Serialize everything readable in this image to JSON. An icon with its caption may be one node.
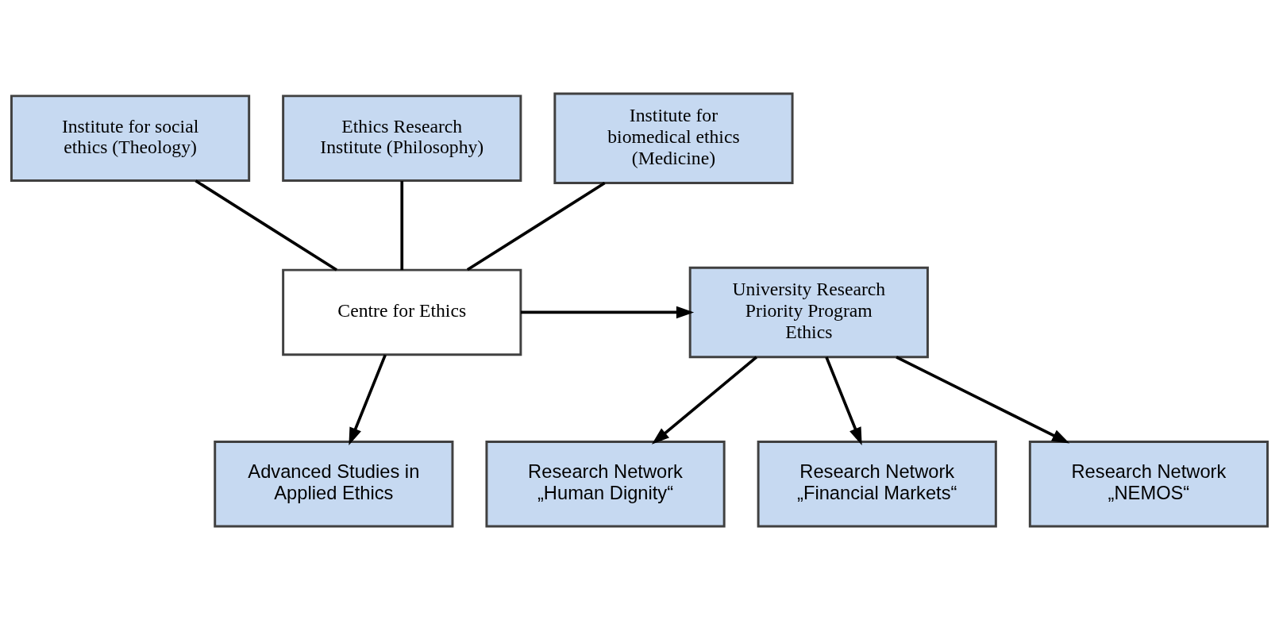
{
  "diagram": {
    "nodes": [
      {
        "text": [
          "Institute for social ethics (Theology)"
        ]
      },
      {
        "text": [
          "Ethics Research Institute (Philosophy)"
        ]
      },
      {
        "text": [
          "Institute for biomedical ethics (Medicine)"
        ]
      },
      {
        "text": [
          "Centre for Ethics"
        ]
      },
      {
        "text": [
          "University Research Priority Program Ethics"
        ]
      },
      {
        "text": [
          "Advanced Studies in Applied Ethics"
        ]
      },
      {
        "text": [
          "Research Network „Human Dignity“"
        ]
      },
      {
        "text": [
          "Research Network „Financial Markets“"
        ]
      },
      {
        "text": [
          "Research Network „NEMOS“"
        ]
      }
    ],
    "edges": [
      {
        "from": 0,
        "to": 3,
        "arrow": "none"
      },
      {
        "from": 1,
        "to": 3,
        "arrow": "none"
      },
      {
        "from": 2,
        "to": 3,
        "arrow": "none"
      },
      {
        "from": 3,
        "to": 4,
        "arrow": "to"
      },
      {
        "from": 3,
        "to": 5,
        "arrow": "to"
      },
      {
        "from": 4,
        "to": 6,
        "arrow": "to"
      },
      {
        "from": 4,
        "to": 7,
        "arrow": "to"
      },
      {
        "from": 4,
        "to": 8,
        "arrow": "to"
      }
    ]
  }
}
